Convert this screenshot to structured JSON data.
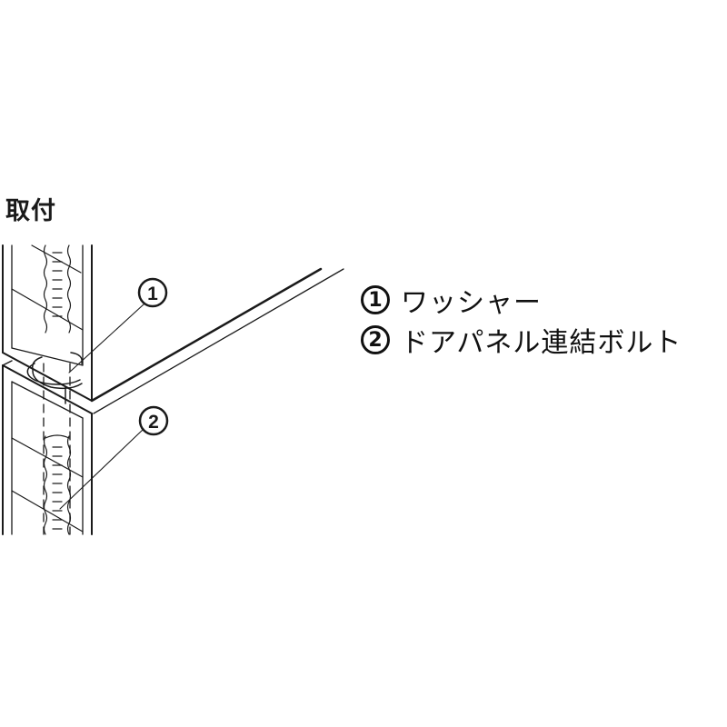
{
  "title": "取付",
  "legend": [
    {
      "number": "1",
      "label": "ワッシャー"
    },
    {
      "number": "2",
      "label": "ドアパネル連結ボルト"
    }
  ],
  "callouts": [
    {
      "number": "1",
      "target": "washer"
    },
    {
      "number": "2",
      "target": "door-panel-connecting-bolt"
    }
  ],
  "colors": {
    "line": "#1a1a1a",
    "background": "#ffffff"
  }
}
